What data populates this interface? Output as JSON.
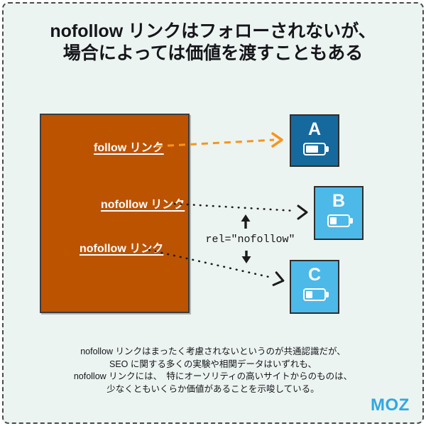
{
  "title": {
    "line1": "nofollow リンクはフォローされないが、",
    "line2": "場合によっては価値を渡すこともある"
  },
  "diagram": {
    "source_links": [
      {
        "label": "follow リンク",
        "type": "follow"
      },
      {
        "label": "nofollow リンク",
        "type": "nofollow"
      },
      {
        "label": "nofollow リンク",
        "type": "nofollow"
      }
    ],
    "code_annotation": "rel=\"nofollow\"",
    "target_sites": [
      {
        "letter": "A",
        "battery_percent": 62
      },
      {
        "letter": "B",
        "battery_percent": 32
      },
      {
        "letter": "C",
        "battery_percent": 32
      }
    ]
  },
  "footnote": {
    "lines": [
      "nofollow リンクはまったく考慮されないというのが共通認識だが、",
      "SEO に関する多くの実験や相関データはいずれも、",
      "nofollow リンクには、　特にオーソリティの高いサイトからのものは、",
      "少なくともいくらか価値があることを示唆している。"
    ]
  },
  "brand": {
    "logo_text": "MOZ"
  },
  "colors": {
    "background": "#ecf4f1",
    "source_box": "#bc5301",
    "site_a": "#16699c",
    "site_bc": "#4db9e8",
    "follow_arrow": "#f7941e",
    "nofollow_arrow": "#1c1c1c",
    "logo_blue": "#2fa9e1"
  }
}
